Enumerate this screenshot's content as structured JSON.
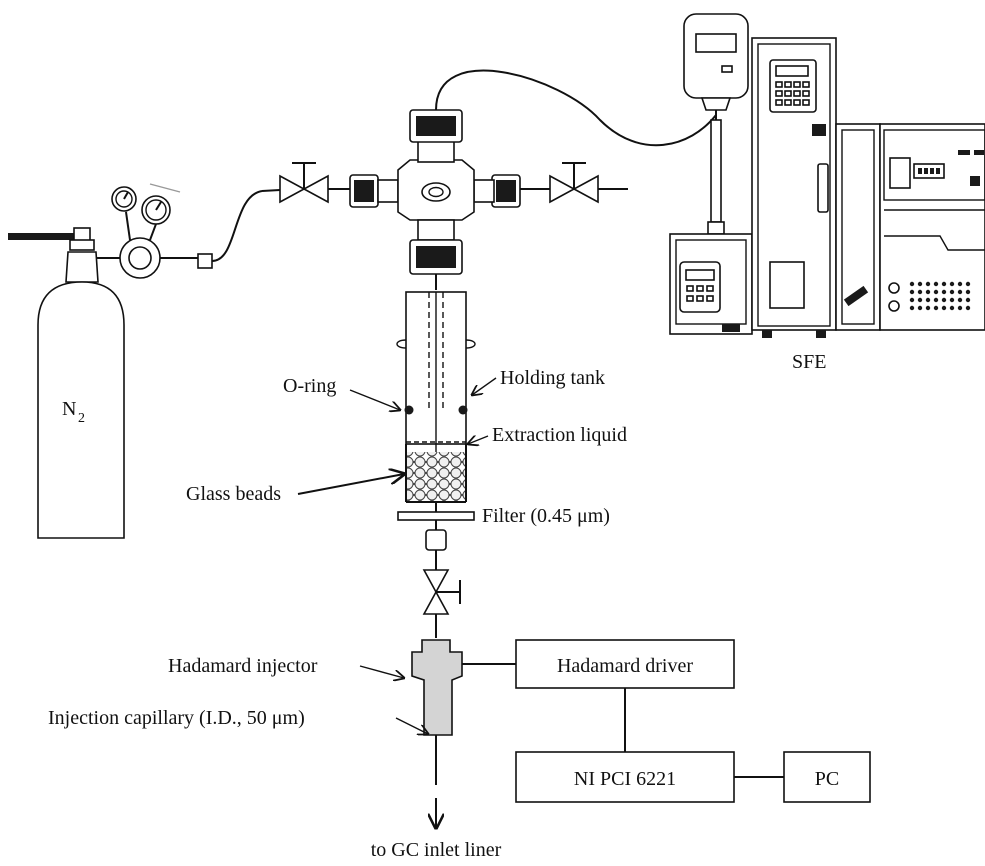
{
  "labels": {
    "n2": "N",
    "n2_sub": "2",
    "holding_tank": "Holding tank",
    "o_ring": "O-ring",
    "extraction_liquid": "Extraction liquid",
    "glass_beads": "Glass beads",
    "filter": "Filter (0.45 μm)",
    "hadamard_injector": "Hadamard injector",
    "injection_capillary": "Injection capillary  (I.D., 50 μm)",
    "gc_inlet": "to GC inlet liner",
    "sfe": "SFE"
  },
  "boxes": {
    "hadamard_driver": "Hadamard driver",
    "ni_pci": "NI PCI 6221",
    "pc": "PC"
  }
}
